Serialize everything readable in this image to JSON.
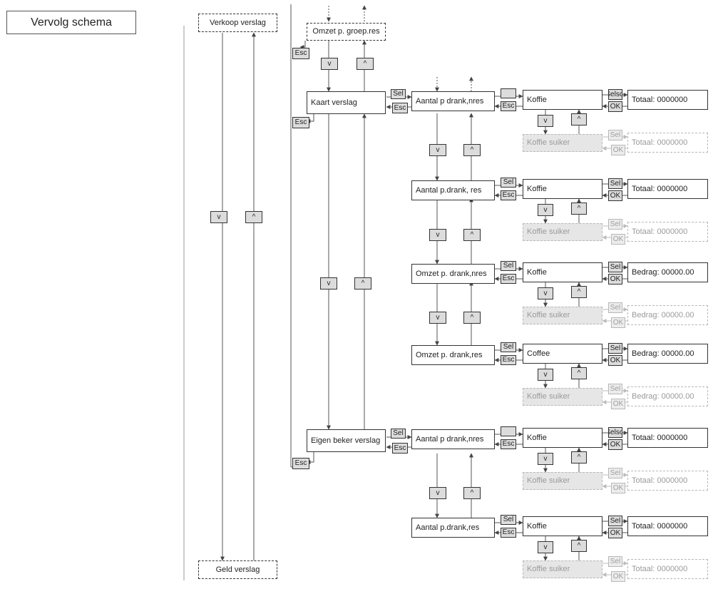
{
  "title": "Vervolg schema",
  "keys": {
    "sel": "Sel",
    "esc": "Esc",
    "ok": "OK",
    "down": "v",
    "up": "^",
    "selol": "Selsol"
  },
  "menu": {
    "verkoop": "Verkoop verslag",
    "geld": "Geld verslag",
    "omzet_groep": "Omzet p. groep.res",
    "kaart": "Kaart verslag",
    "eigen": "Eigen beker verslag"
  },
  "kaart_items": [
    {
      "label": "Aantal p drank,nres",
      "product": "Koffie",
      "value": "Totaal: 0000000",
      "alt_product": "Koffie suiker",
      "alt_value": "Totaal: 0000000"
    },
    {
      "label": "Aantal p.drank, res",
      "product": "Koffie",
      "value": "Totaal: 0000000",
      "alt_product": "Koffie suiker",
      "alt_value": "Totaal: 0000000"
    },
    {
      "label": "Omzet p. drank,nres",
      "product": "Koffie",
      "value": "Bedrag: 00000.00",
      "alt_product": "Koffie suiker",
      "alt_value": "Bedrag: 00000.00"
    },
    {
      "label": "Omzet p. drank,res",
      "product": "Coffee",
      "value": "Bedrag: 00000.00",
      "alt_product": "Koffie suiker",
      "alt_value": "Bedrag: 00000.00"
    }
  ],
  "eigen_items": [
    {
      "label": "Aantal p drank,nres",
      "product": "Koffie",
      "value": "Totaal: 0000000",
      "alt_product": "Koffie suiker",
      "alt_value": "Totaal: 0000000"
    },
    {
      "label": "Aantal p.drank,res",
      "product": "Koffie",
      "value": "Totaal: 0000000",
      "alt_product": "Koffie suiker",
      "alt_value": "Totaal: 0000000"
    }
  ]
}
